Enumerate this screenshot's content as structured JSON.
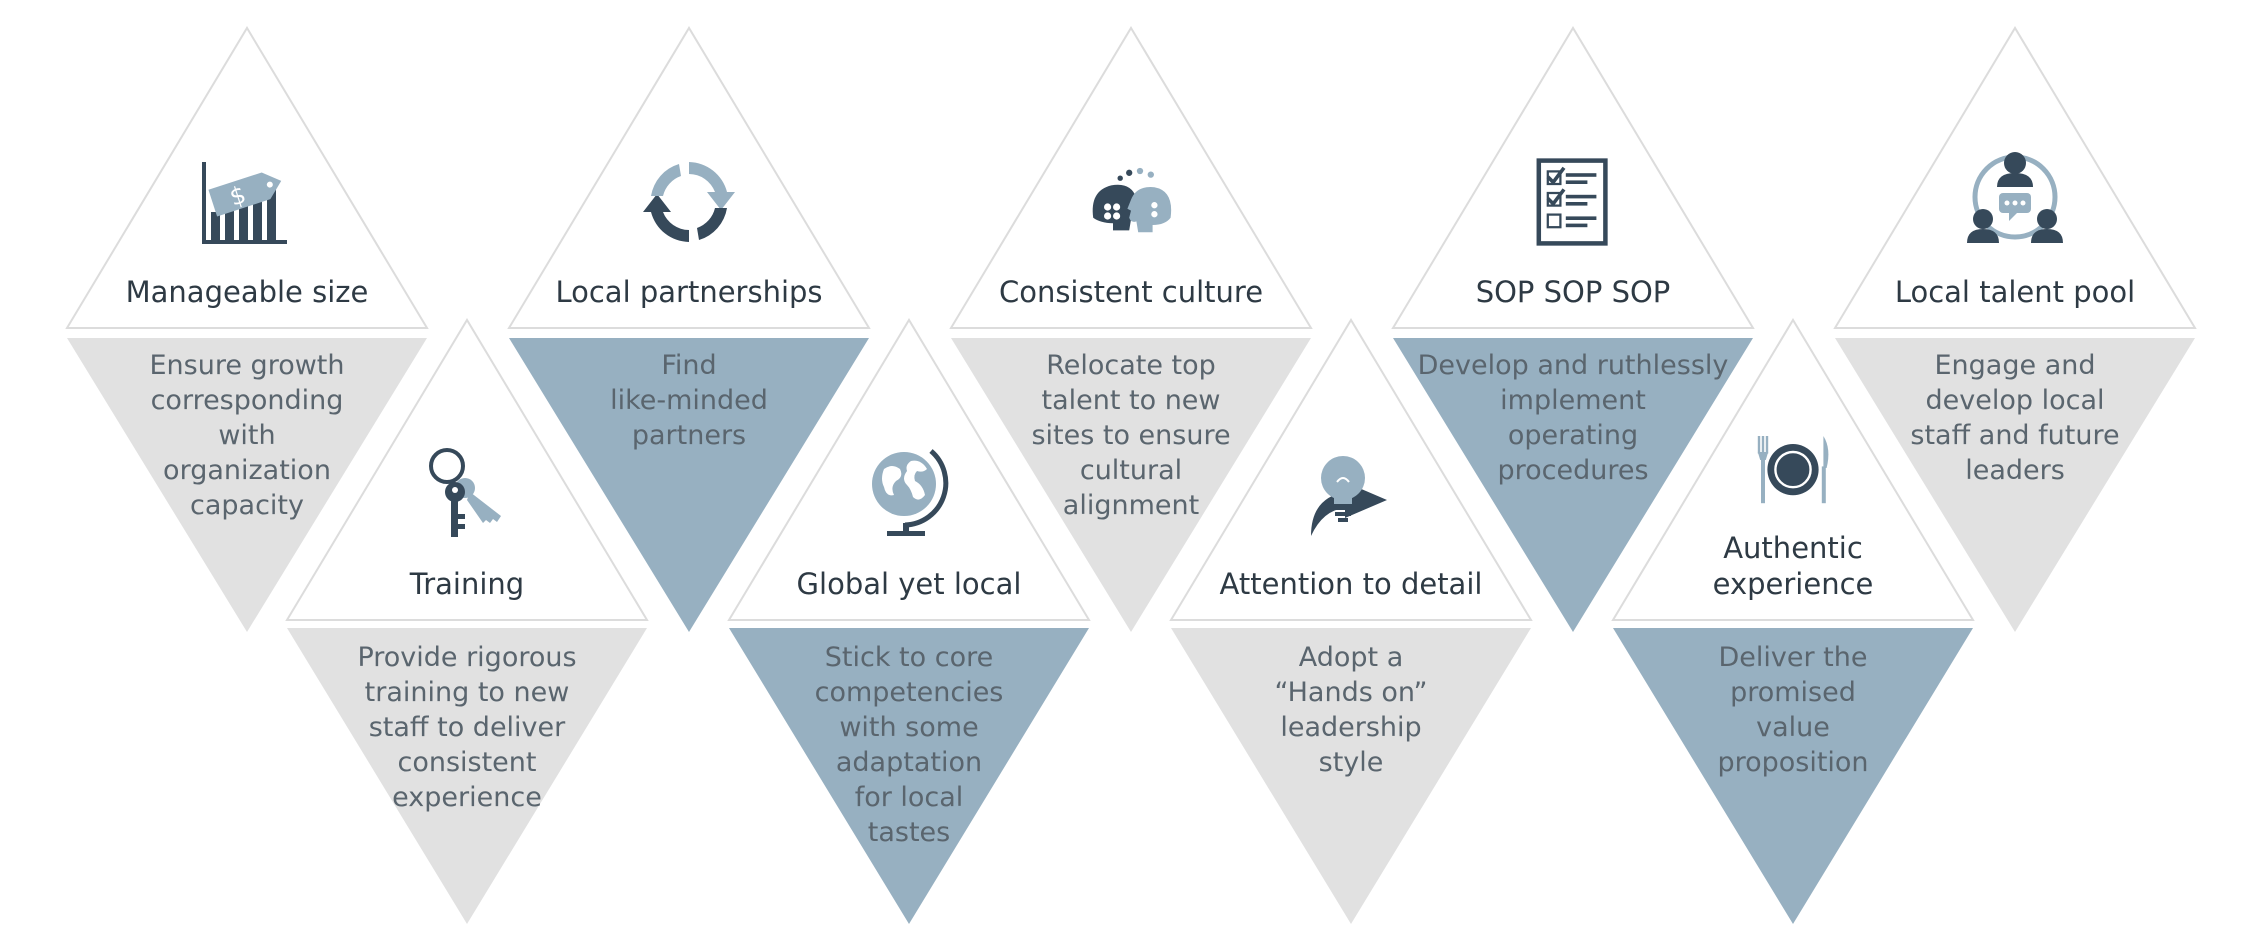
{
  "colors": {
    "outline": "#dcdcdc",
    "gray_fill": "#e1e1e1",
    "blue_fill": "#97b0c1",
    "icon_dark": "#36495a",
    "icon_light": "#97b0c1",
    "title_text": "#2e3a44",
    "desc_text": "#5a656e"
  },
  "items": [
    {
      "title": "Manageable size",
      "description": "Ensure growth\ncorresponding\nwith\norganization\ncapacity",
      "icon": "price-tag-bar-chart-icon",
      "fill": "gray"
    },
    {
      "title": "Training",
      "description": "Provide rigorous\ntraining to new\nstaff to deliver\nconsistent\nexperience",
      "icon": "keys-icon",
      "fill": "gray"
    },
    {
      "title": "Local partnerships",
      "description": "Find\nlike-minded\npartners",
      "icon": "circular-arrows-icon",
      "fill": "blue"
    },
    {
      "title": "Global yet local",
      "description": "Stick to core\ncompetencies\nwith some\nadaptation\nfor local\ntastes",
      "icon": "globe-icon",
      "fill": "blue"
    },
    {
      "title": "Consistent culture",
      "description": "Relocate top\ntalent to new\nsites to ensure\ncultural\nalignment",
      "icon": "heads-communicating-icon",
      "fill": "gray"
    },
    {
      "title": "Attention to detail",
      "description": "Adopt a\n“Hands on”\nleadership\nstyle",
      "icon": "lightbulb-arrow-icon",
      "fill": "gray"
    },
    {
      "title": "SOP SOP SOP",
      "description": "Develop and ruthlessly\nimplement\noperating\nprocedures",
      "icon": "checklist-icon",
      "fill": "blue"
    },
    {
      "title": "Authentic\nexperience",
      "description": "Deliver the\npromised\nvalue\nproposition",
      "icon": "plate-cutlery-icon",
      "fill": "blue"
    },
    {
      "title": "Local talent pool",
      "description": "Engage and\ndevelop local\nstaff and future\nleaders",
      "icon": "people-network-icon",
      "fill": "gray"
    }
  ]
}
